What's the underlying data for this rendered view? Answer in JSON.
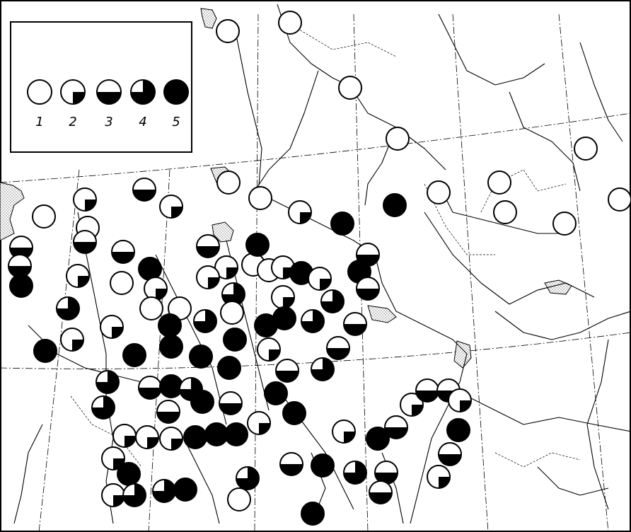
{
  "legend": {
    "items": [
      {
        "label": "1",
        "fraction": 0
      },
      {
        "label": "2",
        "fraction": 0.25
      },
      {
        "label": "3",
        "fraction": 0.5
      },
      {
        "label": "4",
        "fraction": 0.75
      },
      {
        "label": "5",
        "fraction": 1
      }
    ]
  },
  "colors": {
    "ink": "#000000",
    "paper": "#ffffff",
    "water_stipple": "#9a9a9a"
  }
}
